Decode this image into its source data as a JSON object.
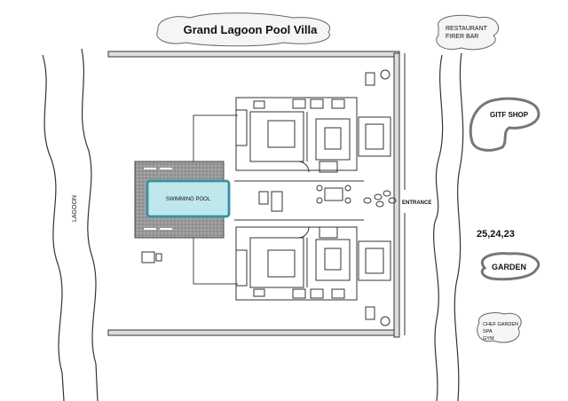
{
  "title": "Grand Lagoon Pool Villa",
  "labels": {
    "lagoon": "LAGOON",
    "swimming_pool": "SWIMMING POOL",
    "entrance": "ENTRANCE",
    "restaurant_line1": "RESTAURANT",
    "restaurant_line2": "FIRER BAR",
    "gift_shop": "GITF SHOP",
    "villa_numbers": "25,24,23",
    "garden": "GARDEN",
    "chef_line1": "CHEF GARDEN",
    "chef_line2": "SPA",
    "chef_line3": "GYM"
  },
  "colors": {
    "line": "#333333",
    "pool_water": "#bfe8ec",
    "pool_edge": "#4aa3b5",
    "deck": "#999999",
    "bubble_fill": "#f5f5f5",
    "bubble_stroke": "#666666",
    "grey_outline": "#777777"
  }
}
